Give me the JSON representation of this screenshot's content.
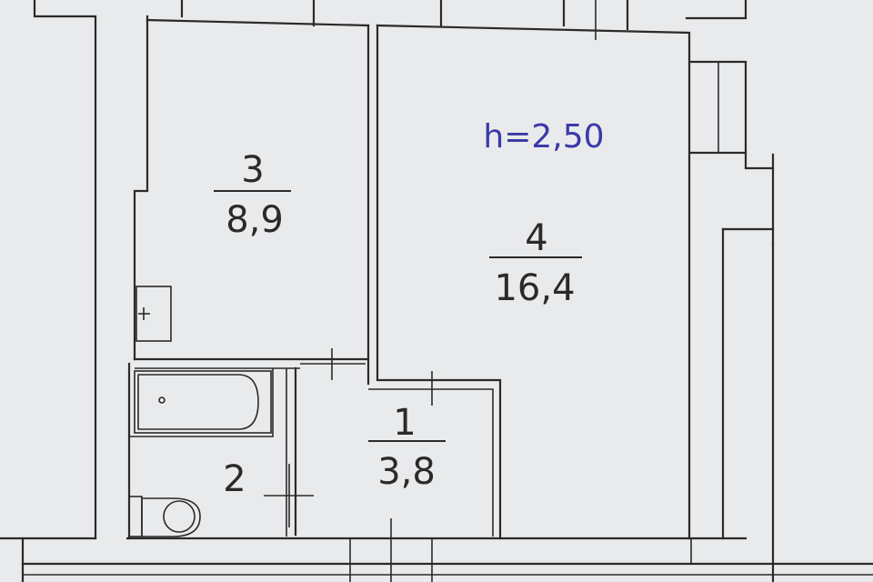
{
  "plan": {
    "ceiling_height": "h=2,50",
    "colors": {
      "background": "#e9eaec",
      "lines": "#2a2a2a",
      "height_label": "#3a3aa8"
    },
    "rooms": [
      {
        "id": "room-3",
        "number": "3",
        "area": "8,9"
      },
      {
        "id": "room-4",
        "number": "4",
        "area": "16,4"
      },
      {
        "id": "room-1",
        "number": "1",
        "area": "3,8"
      },
      {
        "id": "room-2",
        "number": "2",
        "area": ""
      }
    ],
    "fixtures": [
      "bathtub-icon",
      "toilet-icon",
      "sink-icon"
    ]
  }
}
